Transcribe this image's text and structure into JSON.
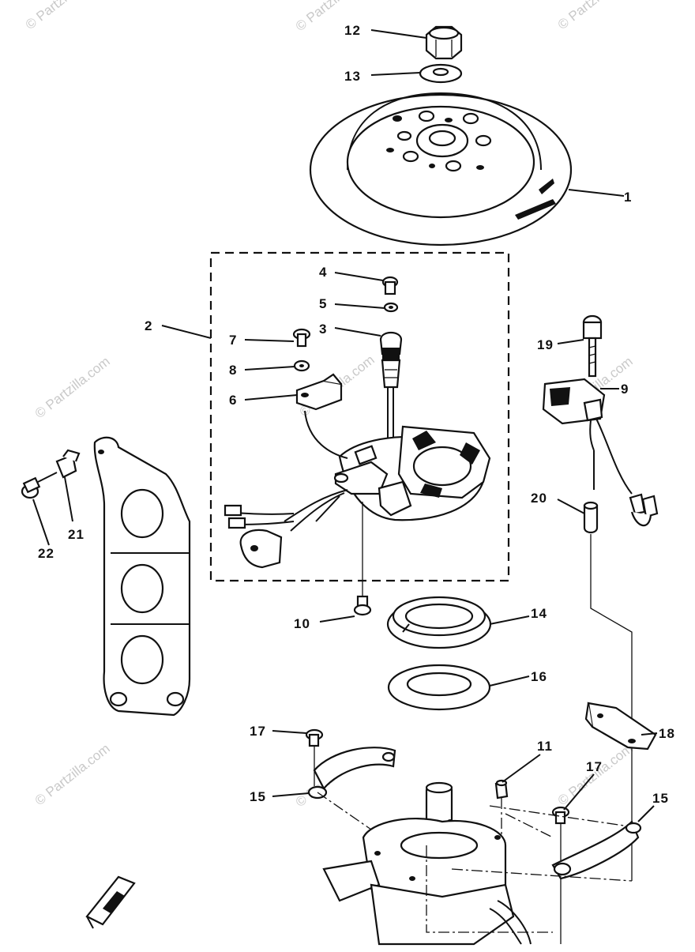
{
  "watermarks": {
    "brand": "© Partzilla.com"
  },
  "labels": {
    "p1": "1",
    "p2": "2",
    "p3": "3",
    "p4": "4",
    "p5": "5",
    "p6": "6",
    "p7": "7",
    "p8": "8",
    "p9": "9",
    "p10": "10",
    "p11": "11",
    "p12": "12",
    "p13": "13",
    "p14": "14",
    "p15a": "15",
    "p15b": "15",
    "p16": "16",
    "p17a": "17",
    "p17b": "17",
    "p18": "18",
    "p19": "19",
    "p20": "20",
    "p21": "21",
    "p22": "22"
  }
}
